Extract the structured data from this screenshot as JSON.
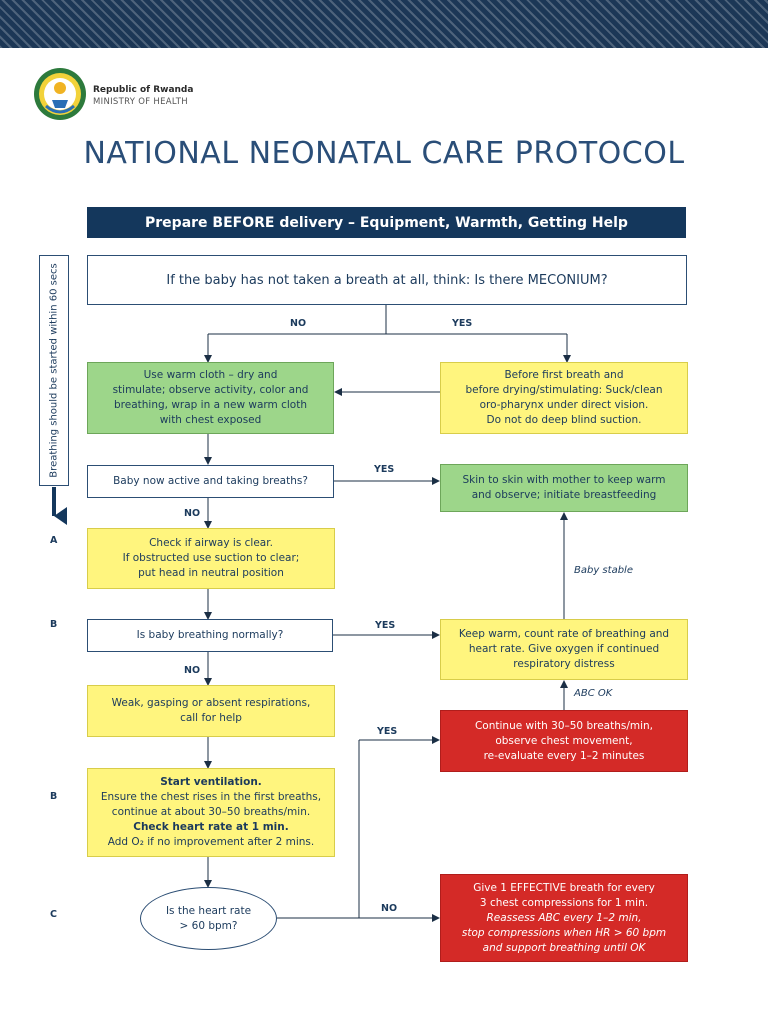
{
  "header": {
    "org_name": "Republic of Rwanda",
    "ministry": "MINISTRY OF HEALTH",
    "title": "NATIONAL NEONATAL CARE PROTOCOL",
    "banner": "Prepare BEFORE delivery – Equipment, Warmth, Getting Help",
    "brand_color": "#1c3756"
  },
  "side_label": "Breathing should be started within 60 secs",
  "steps": {
    "A": "A",
    "B1": "B",
    "B2": "B",
    "C": "C"
  },
  "nodes": {
    "meconium_question": "If the baby has not taken a breath at all, think: Is there MECONIUM?",
    "warm_cloth": [
      "Use warm cloth – dry and",
      "stimulate; observe activity, color and",
      "breathing, wrap in a new warm cloth",
      "with chest exposed"
    ],
    "suction": [
      "Before first breath and",
      "before drying/stimulating: Suck/clean",
      "oro-pharynx under direct vision.",
      "Do not do deep blind suction."
    ],
    "active_question": "Baby now active and taking breaths?",
    "skin_to_skin": [
      "Skin to skin with mother to keep warm",
      "and observe; initiate breastfeeding"
    ],
    "airway": [
      "Check if airway is clear.",
      "If obstructed use suction to clear;",
      "put head in neutral position"
    ],
    "breathing_question": "Is baby breathing normally?",
    "keep_warm": [
      "Keep warm, count rate of breathing and",
      "heart rate. Give oxygen if continued",
      "respiratory distress"
    ],
    "weak": [
      "Weak, gasping or absent respirations,",
      "call for help"
    ],
    "continue": [
      "Continue with 30–50 breaths/min,",
      "observe chest movement,",
      "re-evaluate every 1–2 minutes"
    ],
    "ventilation": [
      "Start ventilation.",
      "Ensure the chest rises in the first breaths,",
      "continue at about 30–50 breaths/min.",
      "Check heart rate at 1 min.",
      "Add O₂ if no improvement after 2 mins."
    ],
    "heart_rate_question": [
      "Is the heart rate",
      "> 60 bpm?"
    ],
    "compressions": [
      "Give 1 EFFECTIVE breath for every",
      "3 chest compressions for 1 min.",
      "Reassess ABC every 1–2 min,",
      "stop compressions when HR > 60 bpm",
      "and support breathing until OK"
    ]
  },
  "edge_labels": {
    "no_1": "NO",
    "yes_1": "YES",
    "yes_2": "YES",
    "no_2": "NO",
    "yes_3": "YES",
    "no_3": "NO",
    "yes_4": "YES",
    "no_4": "NO",
    "baby_stable": "Baby stable",
    "abc_ok": "ABC OK"
  },
  "colors": {
    "green": "#9dd68a",
    "yellow": "#fff57e",
    "red": "#d42a27",
    "navy": "#14375c"
  }
}
